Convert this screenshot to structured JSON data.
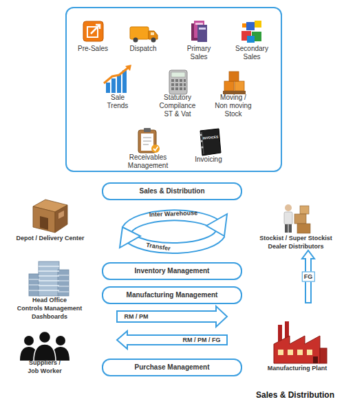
{
  "diagram": {
    "caption": "Sales & Distribution",
    "nodes": [
      {
        "text": []
      },
      {
        "text": [
          "Pre-Sales"
        ],
        "in": 0
      },
      {
        "text": [
          "Dispatch"
        ],
        "in": 0
      },
      {
        "text": [
          "Primary Sales"
        ],
        "in": 0
      },
      {
        "text": [
          "Secondary Sales"
        ],
        "in": 0
      },
      {
        "text": [
          "Sale Trends"
        ],
        "in": 0
      },
      {
        "text": [
          "Statutory Compilance ST & Vat"
        ],
        "in": 0
      },
      {
        "text": [
          "Moving / Non moving Stock"
        ],
        "in": 0
      },
      {
        "text": [
          "Receivables Management"
        ],
        "in": 0
      },
      {
        "text": [
          "Invoicing"
        ],
        "in": 0
      },
      {
        "text": [
          "Sales & Distribution"
        ]
      },
      {
        "text": [
          "Depot / Delivery Center"
        ]
      },
      {
        "text": [
          "Stockist / Super Stockist Dealer Distributors"
        ]
      },
      {
        "text": [
          "Inventory Management"
        ]
      },
      {
        "text": [
          "Head Office",
          "Controls Management Dashboards"
        ]
      },
      {
        "text": [
          "Manufacturing  Management"
        ]
      },
      {
        "text": [
          "Suppliers / Job Worker"
        ]
      },
      {
        "text": [
          "Purchase Management"
        ]
      },
      {
        "text": [
          "Manufacturing Plant"
        ]
      }
    ],
    "edges": [
      {
        "from": 16,
        "to": 18,
        "label": "RM / PM",
        "arrow": "to"
      },
      {
        "from": 18,
        "to": 16,
        "label": "RM / PM / FG",
        "arrow": "to"
      },
      {
        "from": 18,
        "to": 12,
        "label": "FG",
        "arrow": "to"
      }
    ],
    "labels": [
      "INVOICES",
      "Inter Warehouse",
      "Transfer"
    ]
  }
}
